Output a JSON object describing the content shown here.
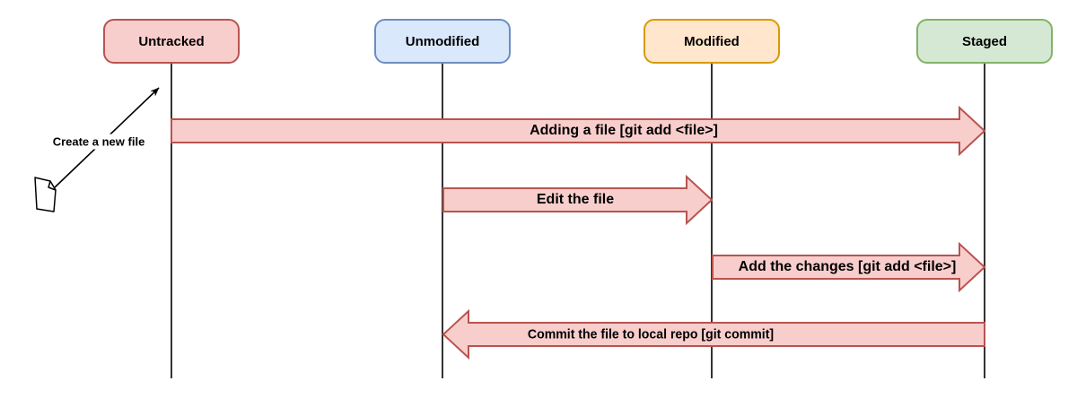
{
  "diagram": {
    "title_semantic": "git-file-states-flow",
    "states": [
      {
        "label": "Untracked",
        "fill": "#F8CECC",
        "stroke": "#B85450"
      },
      {
        "label": "Unmodified",
        "fill": "#DAE8FC",
        "stroke": "#6C8EBF"
      },
      {
        "label": "Modified",
        "fill": "#FFE6CC",
        "stroke": "#D79B00"
      },
      {
        "label": "Staged",
        "fill": "#D5E8D4",
        "stroke": "#82B366"
      }
    ],
    "transitions": [
      {
        "label": "Adding a file [git add <file>]",
        "from": "Untracked",
        "to": "Staged",
        "direction": "right"
      },
      {
        "label": "Edit the file",
        "from": "Unmodified",
        "to": "Modified",
        "direction": "right"
      },
      {
        "label": "Add the changes [git add <file>]",
        "from": "Modified",
        "to": "Staged",
        "direction": "right"
      },
      {
        "label": "Commit the file to local repo [git commit]",
        "from": "Staged",
        "to": "Unmodified",
        "direction": "left"
      }
    ],
    "annotation": {
      "label": "Create a new file",
      "icon": "new-file-icon",
      "target": "Untracked"
    },
    "colors": {
      "arrow_fill": "#F8CECC",
      "arrow_stroke": "#B85450",
      "lifeline": "#000000",
      "text": "#000000",
      "background": "#ffffff"
    }
  }
}
